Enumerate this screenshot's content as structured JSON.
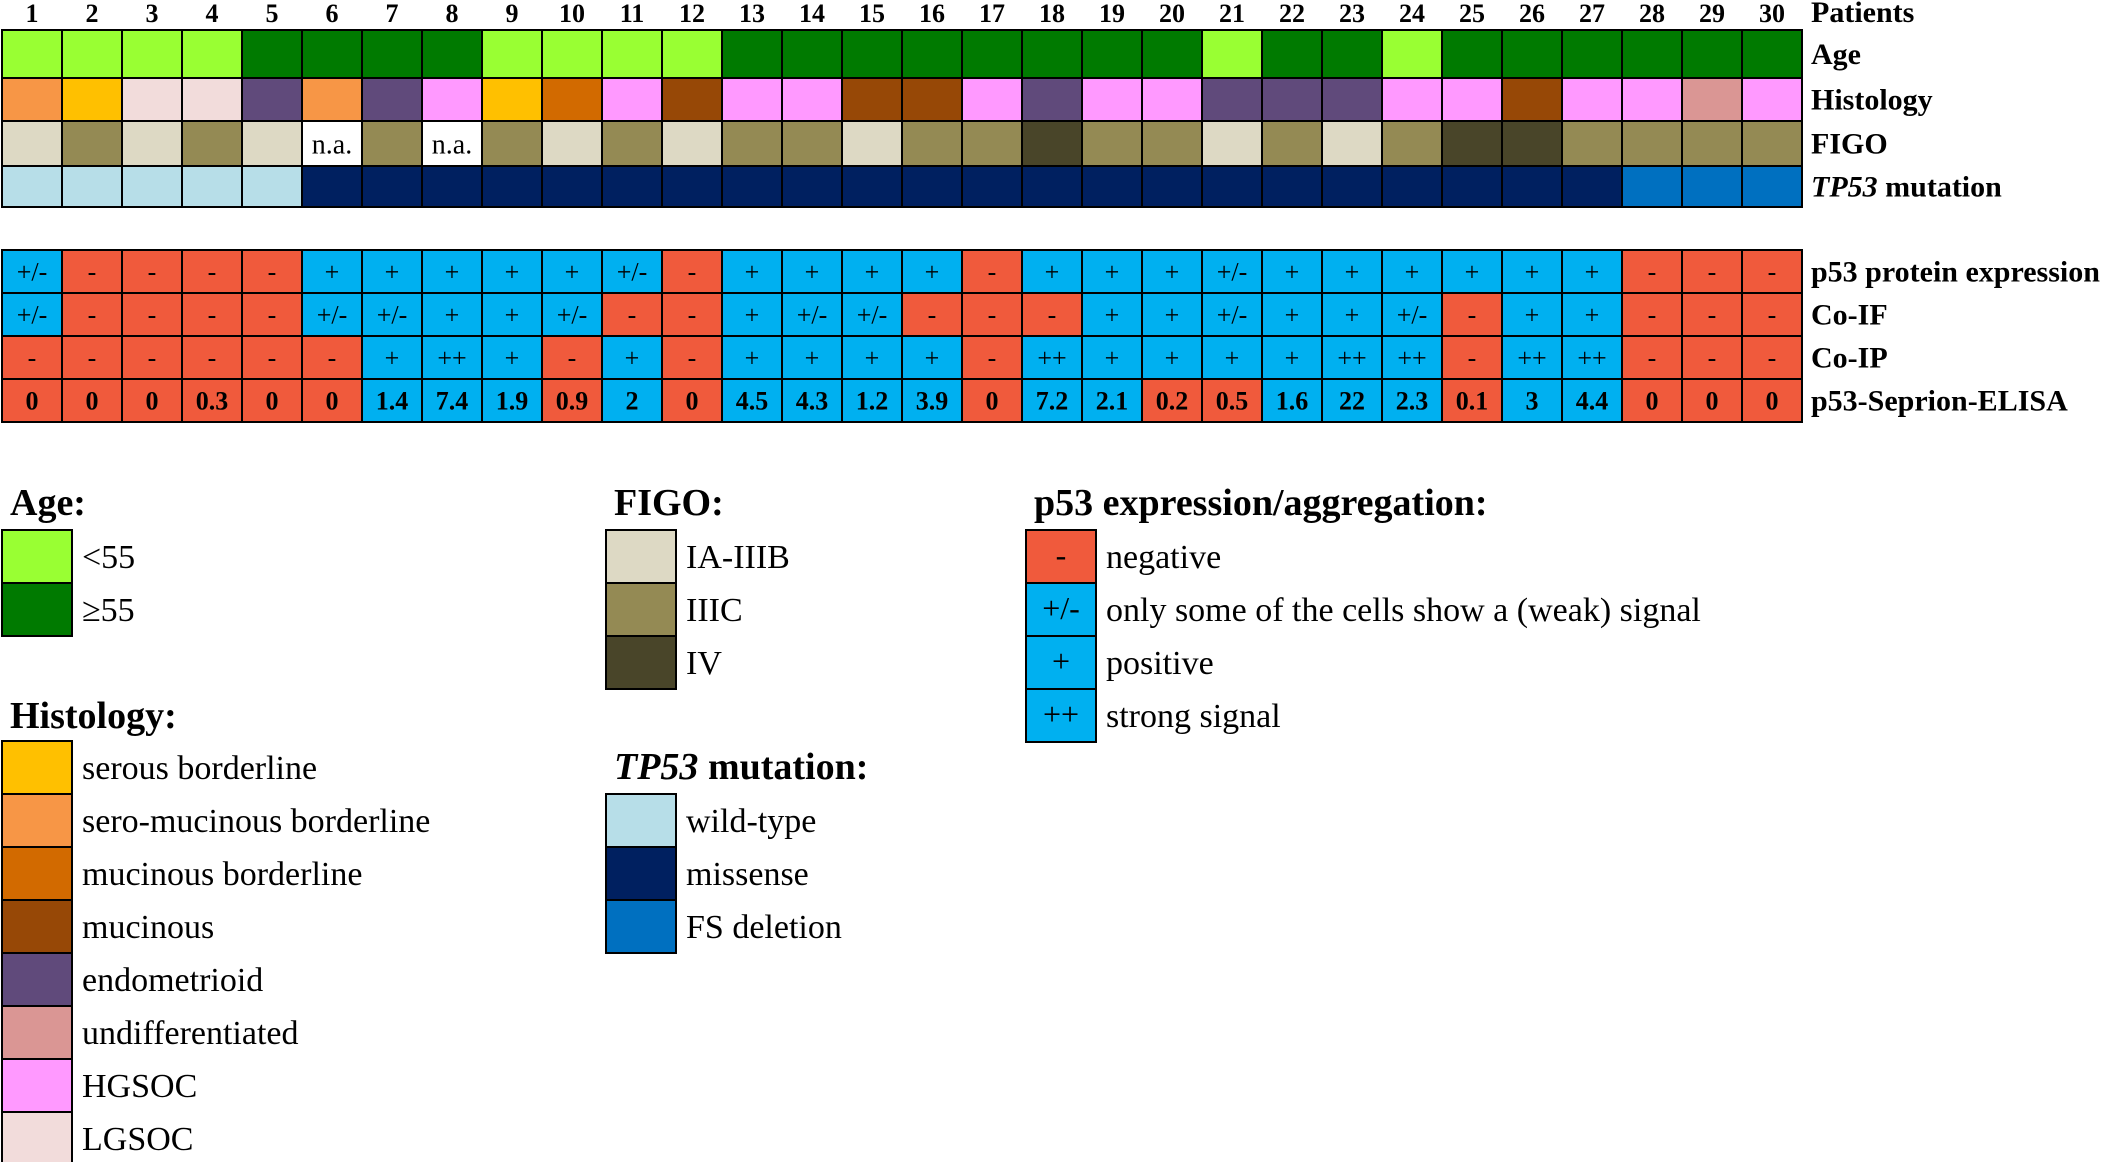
{
  "chart_data": {
    "type": "table",
    "patients_label": "Patients",
    "patients": [
      "1",
      "2",
      "3",
      "4",
      "5",
      "6",
      "7",
      "8",
      "9",
      "10",
      "11",
      "12",
      "13",
      "14",
      "15",
      "16",
      "17",
      "18",
      "19",
      "20",
      "21",
      "22",
      "23",
      "24",
      "25",
      "26",
      "27",
      "28",
      "29",
      "30"
    ],
    "colors": {
      "lt55": "#99FF33",
      "ge55": "#007A00",
      "serous_borderline": "#FFC000",
      "sero_mucinous_borderline": "#F79646",
      "mucinous_borderline": "#D26A00",
      "mucinous": "#974806",
      "endometrioid": "#604A7B",
      "undifferentiated": "#DA9694",
      "HGSOC": "#FF99FF",
      "LGSOC": "#F2DCDB",
      "IA-IIIB": "#DDD9C4",
      "IIIC": "#948A54",
      "IV": "#494529",
      "na": "#FFFFFF",
      "wild_type": "#B7DEE8",
      "missense": "#002060",
      "FS_deletion": "#0070C0",
      "negative": "#F05A3C",
      "positive": "#00B0F0"
    },
    "clinical_rows": [
      {
        "label": "Age",
        "italic_part": "",
        "values": [
          "lt55",
          "lt55",
          "lt55",
          "lt55",
          "ge55",
          "ge55",
          "ge55",
          "ge55",
          "lt55",
          "lt55",
          "lt55",
          "lt55",
          "ge55",
          "ge55",
          "ge55",
          "ge55",
          "ge55",
          "ge55",
          "ge55",
          "ge55",
          "lt55",
          "ge55",
          "ge55",
          "lt55",
          "ge55",
          "ge55",
          "ge55",
          "ge55",
          "ge55",
          "ge55"
        ]
      },
      {
        "label": "Histology",
        "italic_part": "",
        "values": [
          "sero_mucinous_borderline",
          "serous_borderline",
          "LGSOC",
          "LGSOC",
          "endometrioid",
          "sero_mucinous_borderline",
          "endometrioid",
          "HGSOC",
          "serous_borderline",
          "mucinous_borderline",
          "HGSOC",
          "mucinous",
          "HGSOC",
          "HGSOC",
          "mucinous",
          "mucinous",
          "HGSOC",
          "endometrioid",
          "HGSOC",
          "HGSOC",
          "endometrioid",
          "endometrioid",
          "endometrioid",
          "HGSOC",
          "HGSOC",
          "mucinous",
          "HGSOC",
          "HGSOC",
          "undifferentiated",
          "HGSOC"
        ]
      },
      {
        "label": "FIGO",
        "italic_part": "",
        "values": [
          "IA-IIIB",
          "IIIC",
          "IA-IIIB",
          "IIIC",
          "IA-IIIB",
          "na",
          "IIIC",
          "na",
          "IIIC",
          "IA-IIIB",
          "IIIC",
          "IA-IIIB",
          "IIIC",
          "IIIC",
          "IA-IIIB",
          "IIIC",
          "IIIC",
          "IV",
          "IIIC",
          "IIIC",
          "IA-IIIB",
          "IIIC",
          "IA-IIIB",
          "IIIC",
          "IV",
          "IV",
          "IIIC",
          "IIIC",
          "IIIC",
          "IIIC"
        ]
      },
      {
        "label": " mutation",
        "italic_part": "TP53",
        "values": [
          "wild_type",
          "wild_type",
          "wild_type",
          "wild_type",
          "wild_type",
          "missense",
          "missense",
          "missense",
          "missense",
          "missense",
          "missense",
          "missense",
          "missense",
          "missense",
          "missense",
          "missense",
          "missense",
          "missense",
          "missense",
          "missense",
          "missense",
          "missense",
          "missense",
          "missense",
          "missense",
          "missense",
          "missense",
          "FS_deletion",
          "FS_deletion",
          "FS_deletion"
        ]
      }
    ],
    "na_text": "n.a.",
    "assay_rows": [
      {
        "label": "p53 protein expression",
        "values": [
          "+/-",
          "-",
          "-",
          "-",
          "-",
          "+",
          "+",
          "+",
          "+",
          "+",
          "+/-",
          "-",
          "+",
          "+",
          "+",
          "+",
          "-",
          "+",
          "+",
          "+",
          "+/-",
          "+",
          "+",
          "+",
          "+",
          "+",
          "+",
          "-",
          "-",
          "-"
        ]
      },
      {
        "label": "Co-IF",
        "values": [
          "+/-",
          "-",
          "-",
          "-",
          "-",
          "+/-",
          "+/-",
          "+",
          "+",
          "+/-",
          "-",
          "-",
          "+",
          "+/-",
          "+/-",
          "-",
          "-",
          "-",
          "+",
          "+",
          "+/-",
          "+",
          "+",
          "+/-",
          "-",
          "+",
          "+",
          "-",
          "-",
          "-"
        ]
      },
      {
        "label": "Co-IP",
        "values": [
          "-",
          "-",
          "-",
          "-",
          "-",
          "-",
          "+",
          "++",
          "+",
          "-",
          "+",
          "-",
          "+",
          "+",
          "+",
          "+",
          "-",
          "++",
          "+",
          "+",
          "+",
          "+",
          "++",
          "++",
          "-",
          "++",
          "++",
          "-",
          "-",
          "-"
        ]
      }
    ],
    "elisa_row": {
      "label": "p53-Seprion-ELISA",
      "values": [
        0,
        0,
        0,
        0.3,
        0,
        0,
        1.4,
        7.4,
        1.9,
        0.9,
        2,
        0,
        4.5,
        4.3,
        1.2,
        3.9,
        0,
        7.2,
        2.1,
        0.2,
        0.5,
        1.6,
        22,
        2.3,
        0.1,
        3,
        4.4,
        0,
        0,
        0
      ],
      "labels": [
        "0",
        "0",
        "0",
        "0.3",
        "0",
        "0",
        "1.4",
        "7.4",
        "1.9",
        "0.9",
        "2",
        "0",
        "4.5",
        "4.3",
        "1.2",
        "3.9",
        "0",
        "7.2",
        "2.1",
        "0.2",
        "0.5",
        "1.6",
        "22",
        "2.3",
        "0.1",
        "3",
        "4.4",
        "0",
        "0",
        "0"
      ],
      "status": [
        "negative",
        "negative",
        "negative",
        "negative",
        "negative",
        "negative",
        "positive",
        "positive",
        "positive",
        "negative",
        "positive",
        "negative",
        "positive",
        "positive",
        "positive",
        "positive",
        "negative",
        "positive",
        "positive",
        "negative",
        "negative",
        "positive",
        "positive",
        "positive",
        "negative",
        "positive",
        "positive",
        "negative",
        "negative",
        "negative"
      ]
    },
    "legends": {
      "age": {
        "title": "Age:",
        "items": [
          {
            "key": "lt55",
            "label": "<55"
          },
          {
            "key": "ge55",
            "label": "≥55"
          }
        ]
      },
      "histology": {
        "title": "Histology:",
        "items": [
          {
            "key": "serous_borderline",
            "label": "serous borderline"
          },
          {
            "key": "sero_mucinous_borderline",
            "label": "sero-mucinous borderline"
          },
          {
            "key": "mucinous_borderline",
            "label": "mucinous borderline"
          },
          {
            "key": "mucinous",
            "label": "mucinous"
          },
          {
            "key": "endometrioid",
            "label": "endometrioid"
          },
          {
            "key": "undifferentiated",
            "label": "undifferentiated"
          },
          {
            "key": "HGSOC",
            "label": "HGSOC"
          },
          {
            "key": "LGSOC",
            "label": "LGSOC"
          }
        ]
      },
      "figo": {
        "title": "FIGO:",
        "items": [
          {
            "key": "IA-IIIB",
            "label": "IA-IIIB"
          },
          {
            "key": "IIIC",
            "label": "IIIC"
          },
          {
            "key": "IV",
            "label": "IV"
          }
        ]
      },
      "tp53": {
        "title_italic": "TP53",
        "title_rest": " mutation:",
        "items": [
          {
            "key": "wild_type",
            "label": "wild-type"
          },
          {
            "key": "missense",
            "label": "missense"
          },
          {
            "key": "FS_deletion",
            "label": "FS deletion"
          }
        ]
      },
      "p53": {
        "title": "p53 expression/aggregation:",
        "items": [
          {
            "key": "negative",
            "symbol": "-",
            "label": "negative"
          },
          {
            "key": "positive",
            "symbol": "+/-",
            "label": "only some of the cells show a (weak) signal"
          },
          {
            "key": "positive",
            "symbol": "+",
            "label": "positive"
          },
          {
            "key": "positive",
            "symbol": "++",
            "label": "strong signal"
          }
        ]
      }
    }
  }
}
